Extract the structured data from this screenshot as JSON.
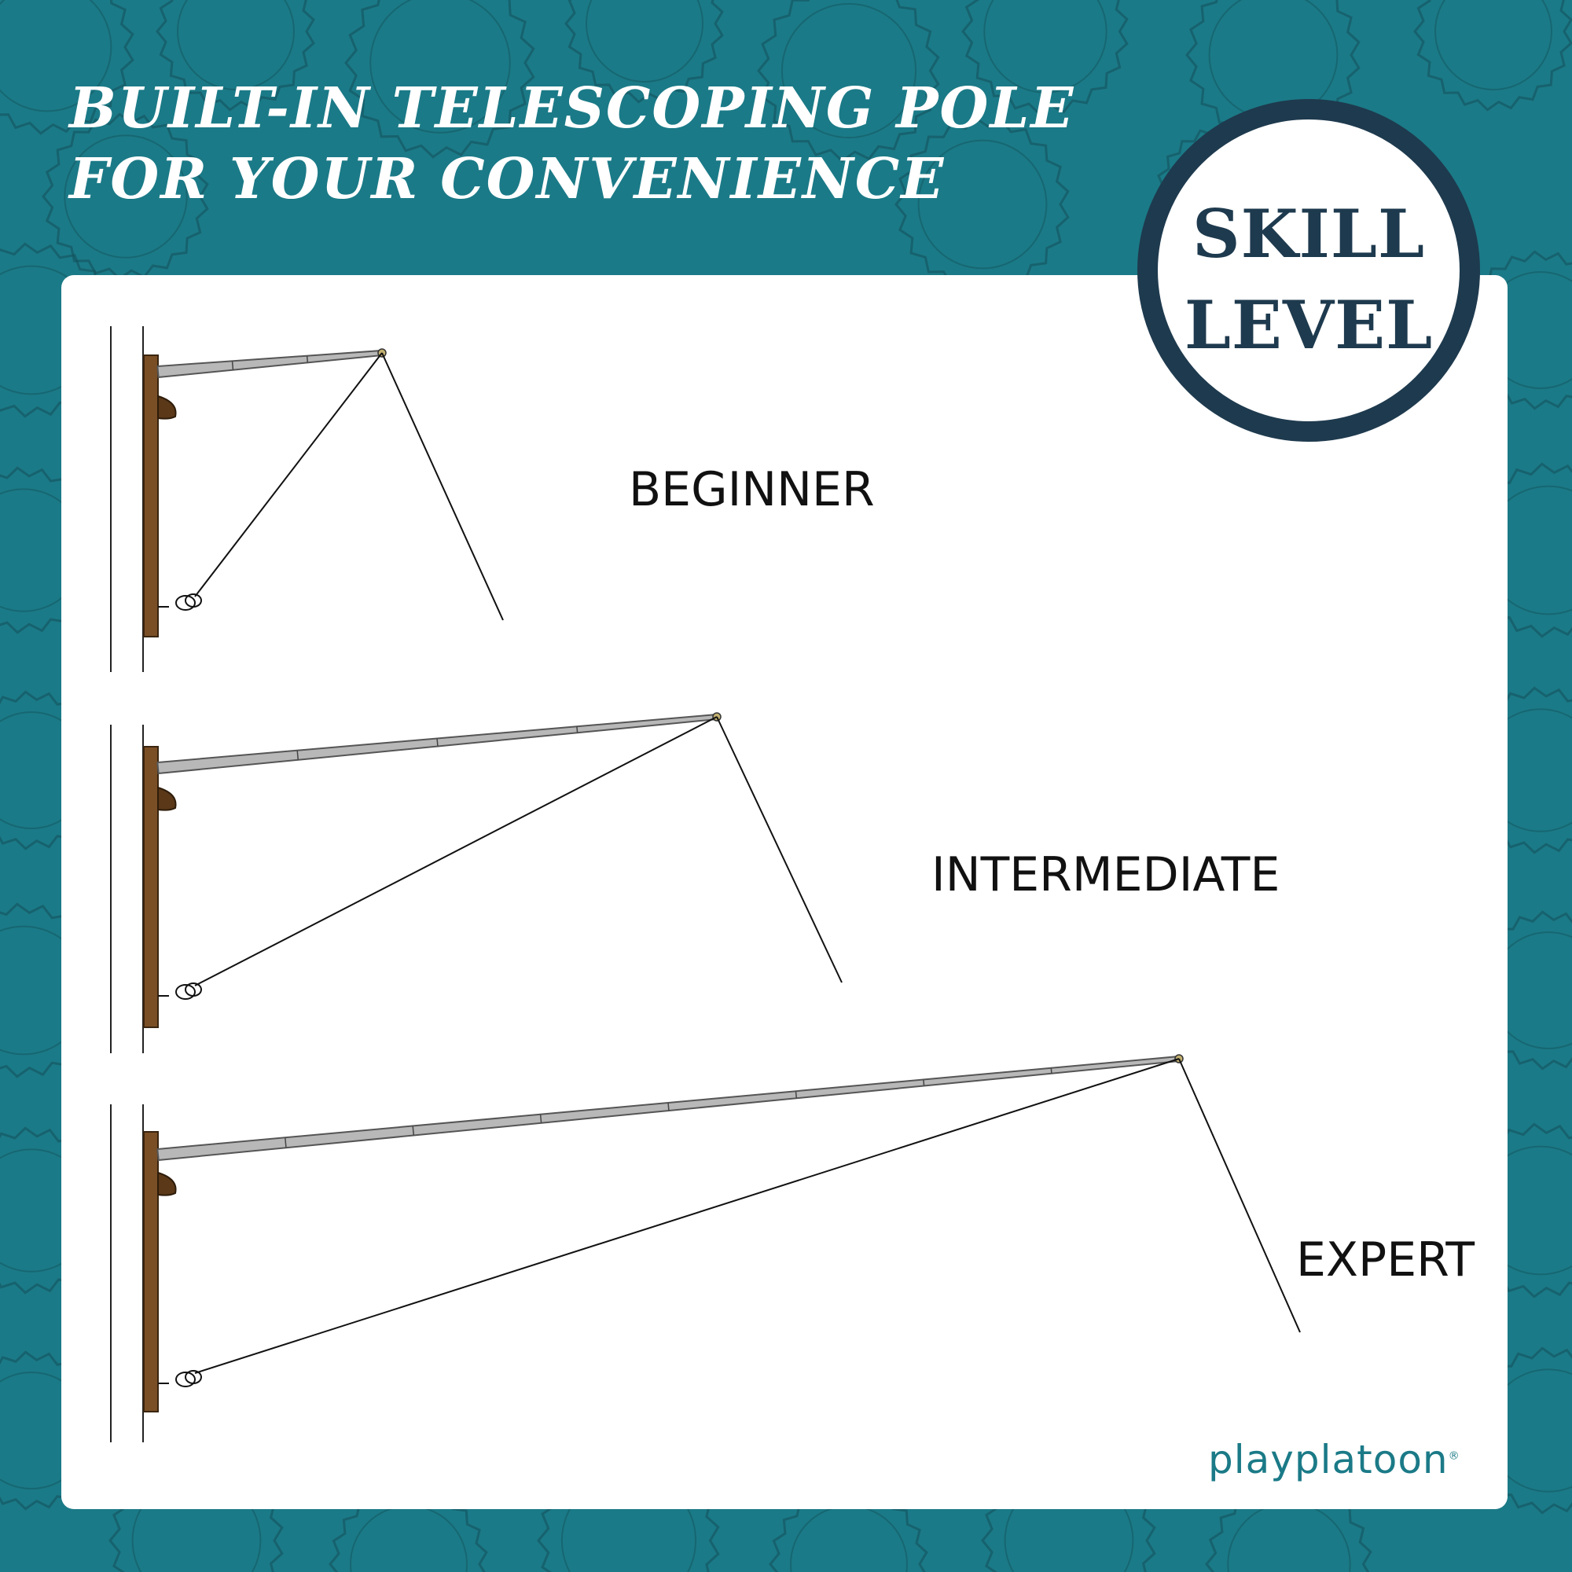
{
  "headline": {
    "line1": "BUILT-IN TELESCOPING POLE",
    "line2": "FOR YOUR CONVENIENCE"
  },
  "badge": {
    "line1": "SKILL",
    "line2": "LEVEL"
  },
  "levels": [
    {
      "label": "BEGINNER"
    },
    {
      "label": "INTERMEDIATE"
    },
    {
      "label": "EXPERT"
    }
  ],
  "logo": {
    "text": "playplatoon",
    "registered": "®"
  },
  "colors": {
    "background": "#1b7a87",
    "badge_ring": "#1e3a4e",
    "board_wood": "#7a4f26",
    "pole": "#b8b8b8",
    "logo": "#1b7a87"
  }
}
